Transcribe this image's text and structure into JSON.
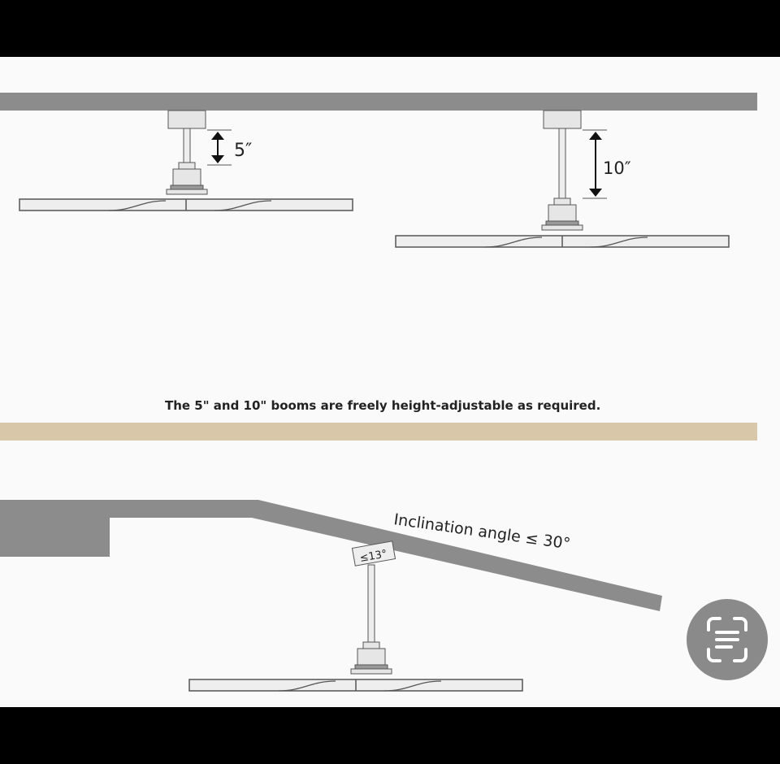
{
  "labels": {
    "boom_short": "5″",
    "boom_long": "10″",
    "caption": "The 5\" and 10\" booms are freely height-adjustable as required.",
    "inclination": "Inclination angle ≤ 30°",
    "mount_angle": "≤13°"
  },
  "colors": {
    "ceiling": "#8c8c8c",
    "divider": "#d9c7a9",
    "scan_button": "#8a8a8a"
  },
  "icons": {
    "scan_button": "text-scan-icon"
  }
}
